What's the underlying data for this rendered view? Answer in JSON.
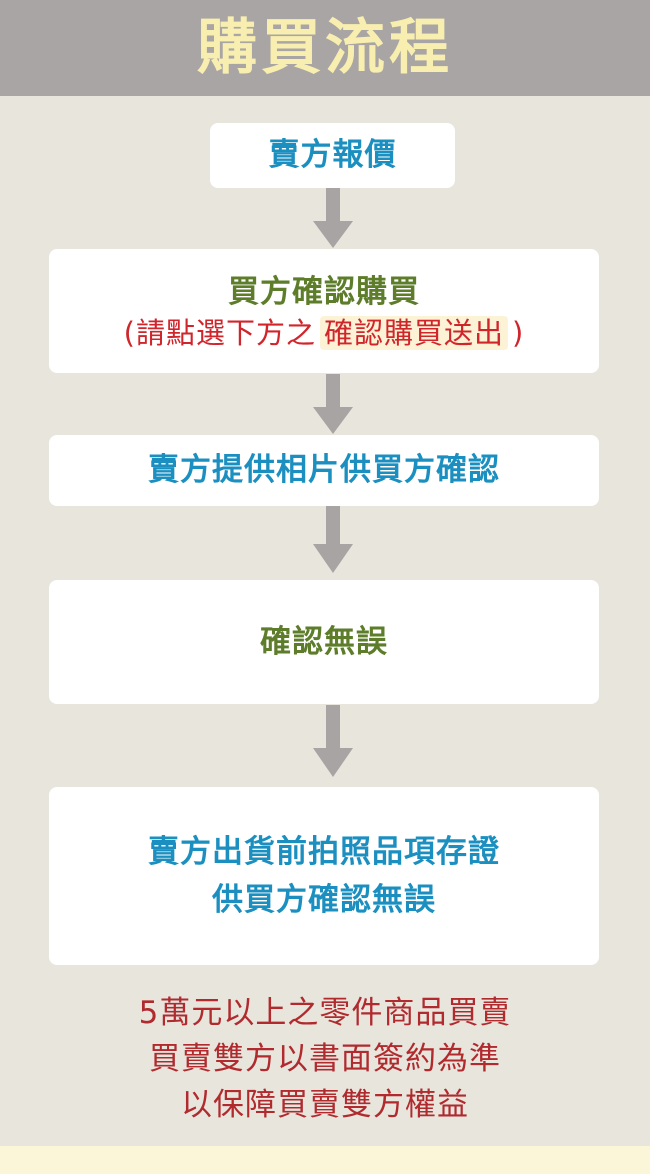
{
  "header": {
    "title": "購買流程"
  },
  "steps": {
    "step1": "賣方報價",
    "step2_title": "買方確認購買",
    "step2_note_prefix": "(請點選下方之",
    "step2_note_highlight": "確認購買送出",
    "step2_note_suffix": ")",
    "step3": "賣方提供相片供買方確認",
    "step4": "確認無誤",
    "step5_line1": "賣方出貨前拍照品項存證",
    "step5_line2": "供買方確認無誤"
  },
  "notes": {
    "line1": "5萬元以上之零件商品買賣",
    "line2": "買賣雙方以書面簽約為準",
    "line3": "以保障買賣雙方權益"
  },
  "colors": {
    "header_bg": "#a8a5a4",
    "header_text": "#f7eeaf",
    "page_bg": "#e8e5dd",
    "blue_text": "#1b8fc0",
    "green_text": "#5d7d2a",
    "red_text": "#d0252b",
    "note_text": "#b02a2e",
    "arrow": "#a7a4a3",
    "highlight": "#fcf2d6"
  }
}
